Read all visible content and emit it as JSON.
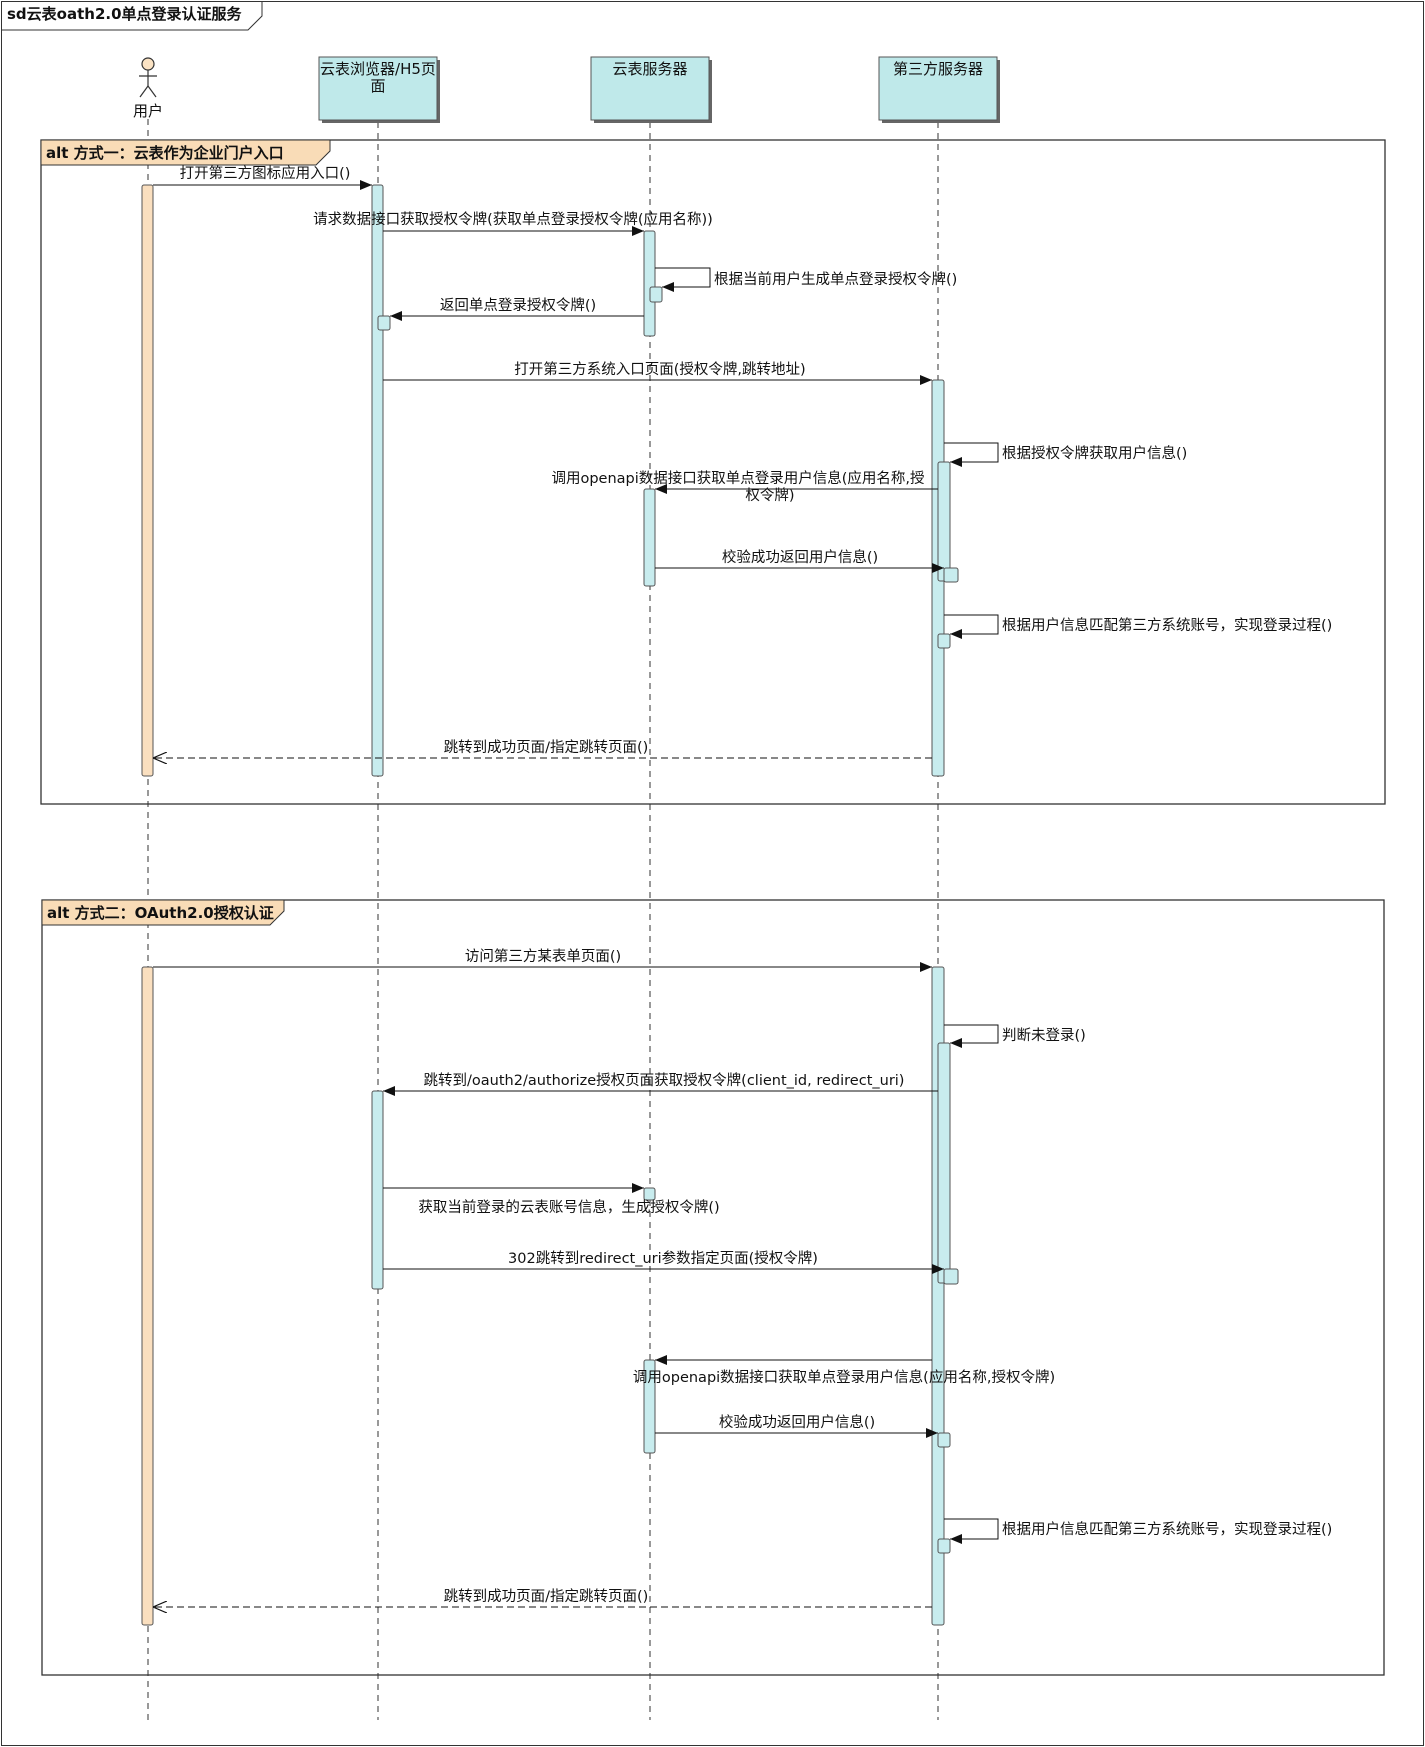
{
  "diagram": {
    "frame_label": "sd云表oath2.0单点登录认证服务",
    "lifelines": {
      "user": "用户",
      "browser_line1": "云表浏览器/H5页",
      "browser_line2": "面",
      "yunbiao": "云表服务器",
      "third": "第三方服务器"
    },
    "alt1": {
      "label": "alt 方式一：云表作为企业门户入口",
      "messages": {
        "m1": "打开第三方图标应用入口()",
        "m2": "请求数据接口获取授权令牌(获取单点登录授权令牌(应用名称))",
        "m3": "根据当前用户生成单点登录授权令牌()",
        "m4": "返回单点登录授权令牌()",
        "m5": "打开第三方系统入口页面(授权令牌,跳转地址)",
        "m6": "根据授权令牌获取用户信息()",
        "m7_line1": "调用openapi数据接口获取单点登录用户信息(应用名称,授",
        "m7_line2": "权令牌)",
        "m8": "校验成功返回用户信息()",
        "m9": "根据用户信息匹配第三方系统账号，实现登录过程()",
        "m10": "跳转到成功页面/指定跳转页面()"
      }
    },
    "alt2": {
      "label": "alt 方式二：OAuth2.0授权认证",
      "messages": {
        "m1": "访问第三方某表单页面()",
        "m2": "判断未登录()",
        "m3": "跳转到/oauth2/authorize授权页面获取授权令牌(client_id, redirect_uri)",
        "m4": "获取当前登录的云表账号信息，生成授权令牌()",
        "m5": "302跳转到redirect_uri参数指定页面(授权令牌)",
        "m6": "调用openapi数据接口获取单点登录用户信息(应用名称,授权令牌)",
        "m7": "校验成功返回用户信息()",
        "m8": "根据用户信息匹配第三方系统账号，实现登录过程()",
        "m9": "跳转到成功页面/指定跳转页面()"
      }
    },
    "colors": {
      "lifeline_head": "#bfe9ea",
      "activation": "#c8ecee",
      "user_activation": "#fadfbf",
      "alt_tab": "#f9dcb7",
      "line": "#222222"
    }
  }
}
